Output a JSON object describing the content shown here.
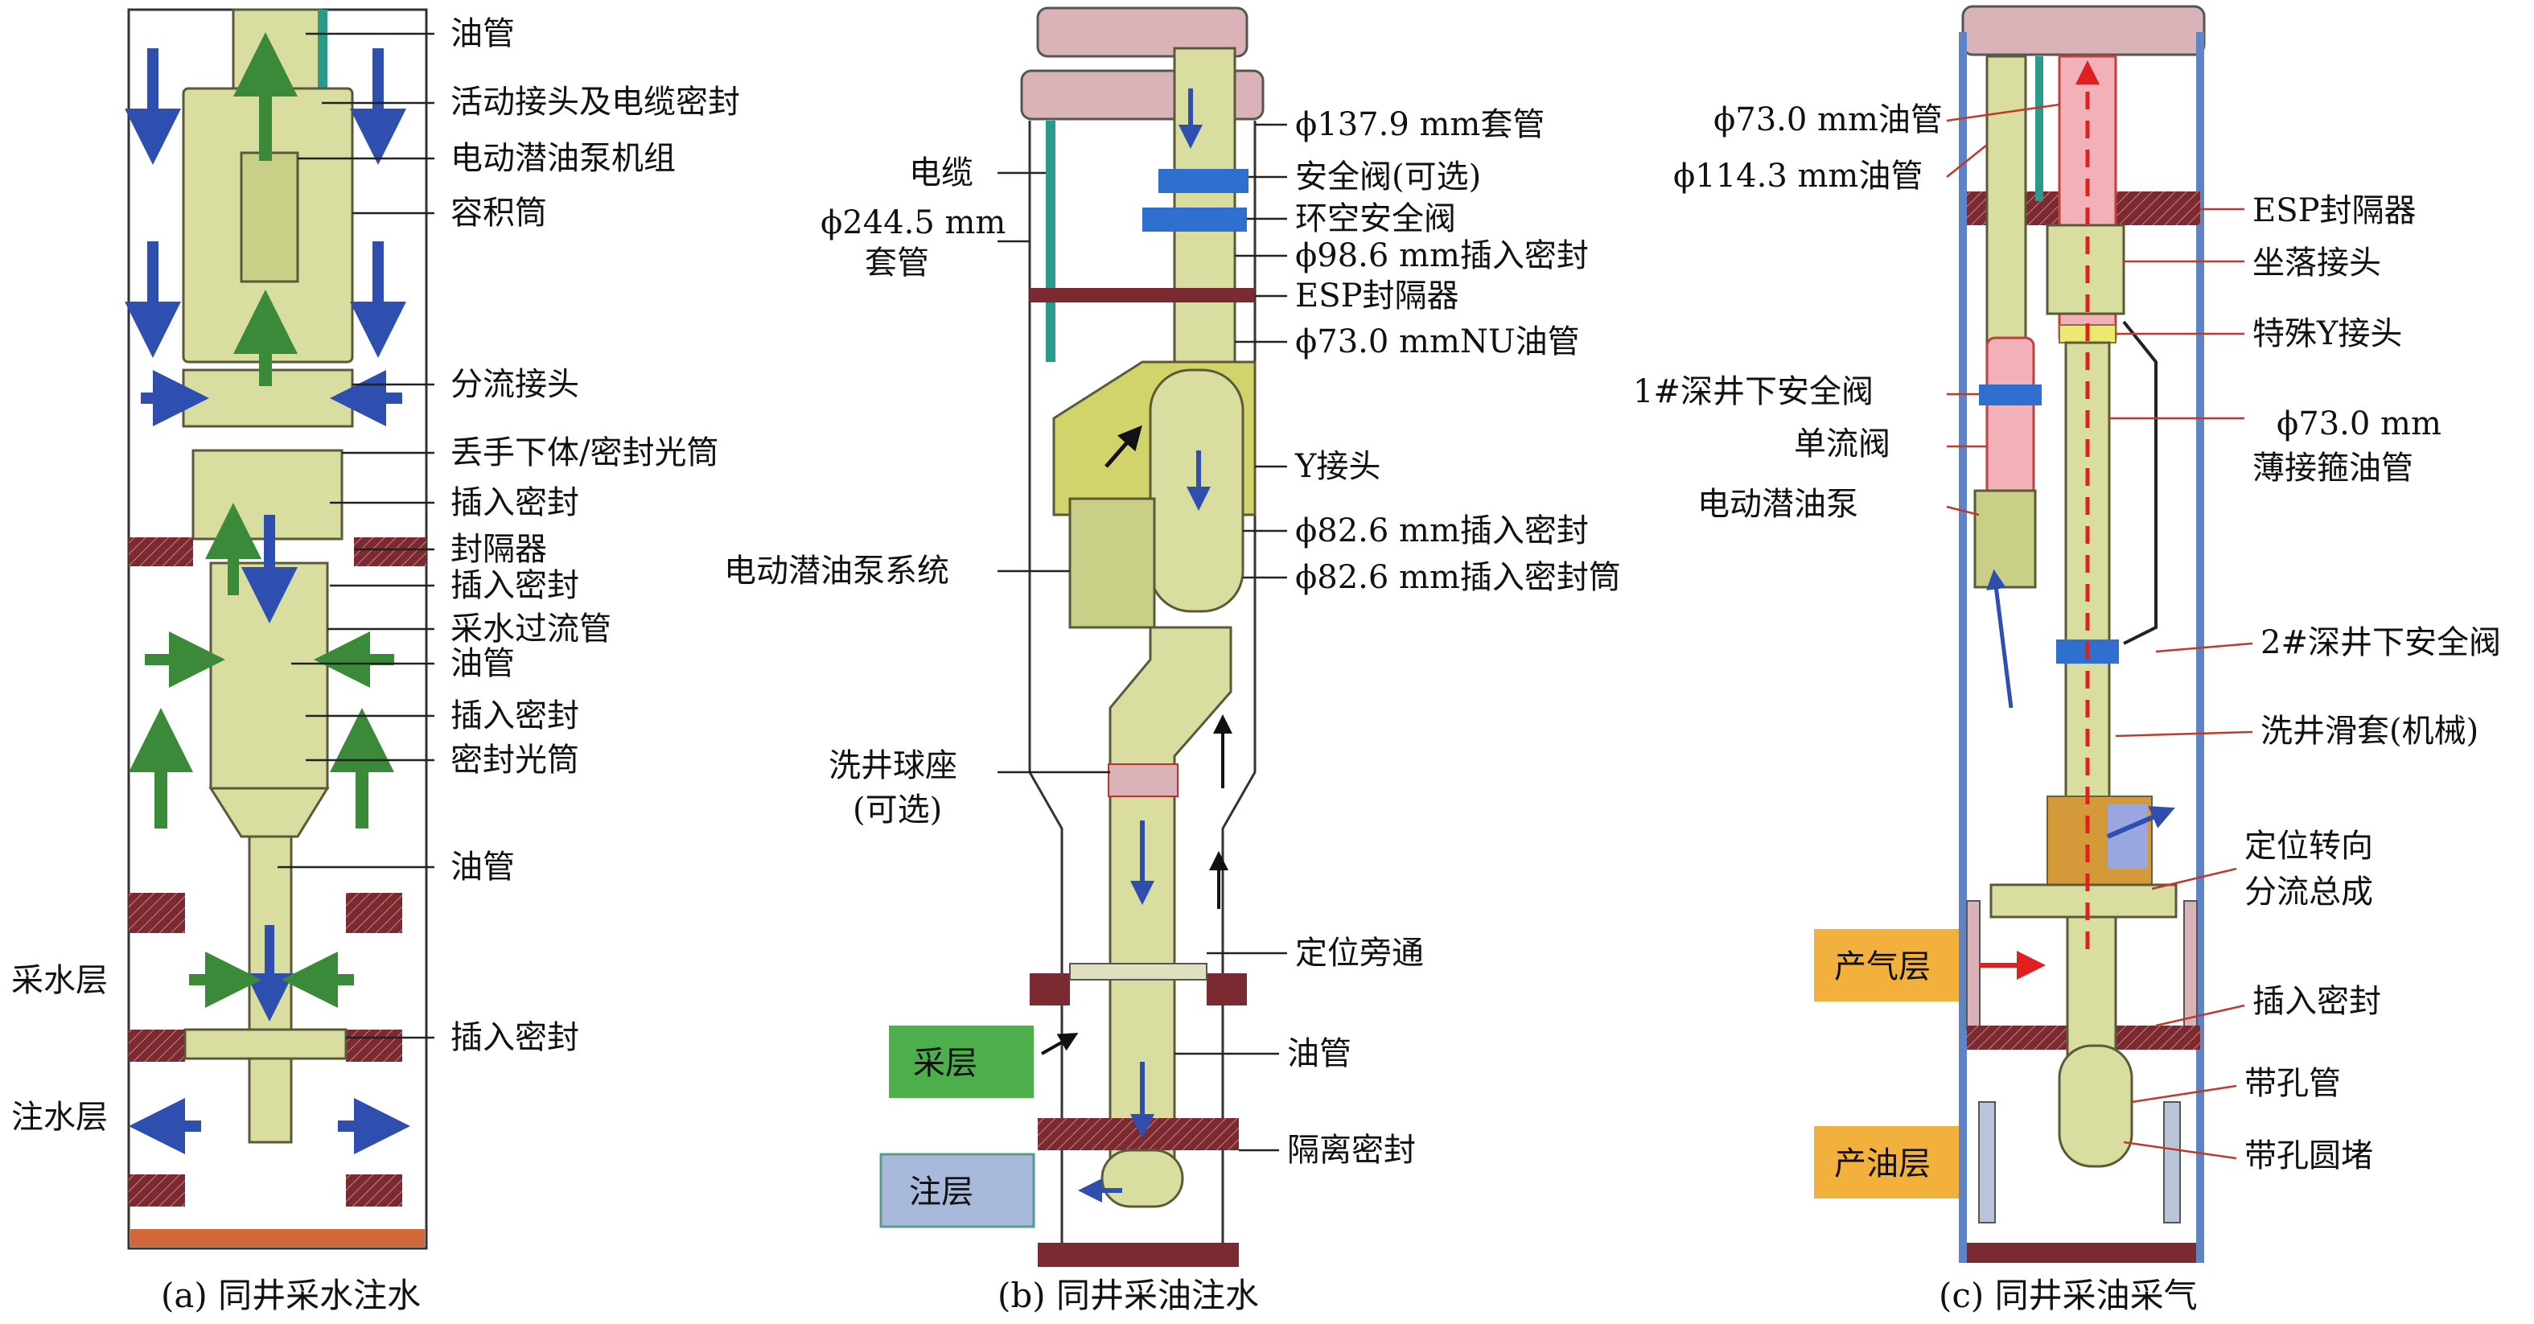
{
  "panel_a": {
    "caption": "(a) 同井采水注水",
    "labels": [
      "油管",
      "活动接头及电缆密封",
      "电动潜油泵机组",
      "容积筒",
      "分流接头",
      "丢手下体/密封光筒",
      "插入密封",
      "封隔器",
      "插入密封",
      "采水过流管",
      "油管",
      "插入密封",
      "密封光筒",
      "油管",
      "插入密封"
    ],
    "layer_water_produce": "采水层",
    "layer_water_inject": "注水层"
  },
  "panel_b": {
    "caption": "(b) 同井采油注水",
    "labels_right": [
      "ϕ137.9 mm套管",
      "安全阀(可选)",
      "环空安全阀",
      "ϕ98.6 mm插入密封",
      "ESP封隔器",
      "ϕ73.0 mmNU油管",
      "Y接头",
      "ϕ82.6 mm插入密封",
      "ϕ82.6 mm插入密封筒",
      "定位旁通",
      "油管",
      "隔离密封"
    ],
    "label_cable": "电缆",
    "label_casing_line1": "ϕ244.5 mm",
    "label_casing_line2": "套管",
    "label_pump_system": "电动潜油泵系统",
    "label_ball_seat_line1": "洗井球座",
    "label_ball_seat_line2": "(可选)",
    "layer_produce": "采层",
    "layer_inject": "注层"
  },
  "panel_c": {
    "caption": "(c) 同井采油采气",
    "labels_left": [
      "ϕ73.0 mm油管",
      "ϕ114.3 mm油管",
      "1#深井下安全阀",
      "单流阀",
      "电动潜油泵"
    ],
    "labels_right": [
      "ESP封隔器",
      "坐落接头",
      "特殊Y接头",
      "ϕ73.0 mm",
      "薄接箍油管",
      "2#深井下安全阀",
      "洗井滑套(机械)",
      "定位转向",
      "分流总成",
      "插入密封",
      "带孔管",
      "带孔圆堵"
    ],
    "layer_gas": "产气层",
    "layer_oil": "产油层"
  },
  "colors": {
    "tube": "#d9dd9f",
    "packer": "#7a2a30",
    "arrow_green": "#3a8a3a",
    "arrow_blue": "#2f4fb0",
    "arrow_red": "#e02020",
    "layer_green": "#4caf4c",
    "layer_blue": "#a9b9dc",
    "layer_orange": "#f2b03c",
    "cap_pink": "#d9b3b8"
  }
}
